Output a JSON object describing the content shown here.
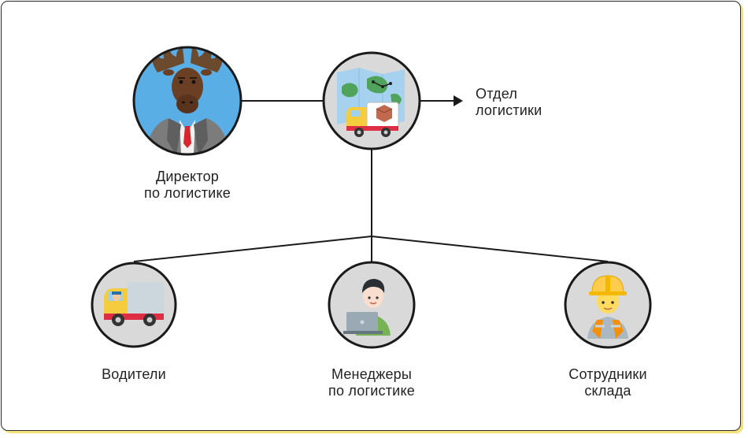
{
  "nodes": {
    "director": {
      "label": "Директор\nпо логистике",
      "icon": "moose-in-suit-icon"
    },
    "department": {
      "label": "Отдел\nлогистики",
      "icon": "delivery-truck-map-icon"
    },
    "drivers": {
      "label": "Водители",
      "icon": "truck-driver-icon"
    },
    "managers": {
      "label": "Менеджеры\nпо логистике",
      "icon": "laptop-worker-icon"
    },
    "warehouse": {
      "label": "Сотрудники\nсклада",
      "icon": "construction-worker-icon"
    }
  },
  "colors": {
    "line": "#1a1a1a",
    "circle_fill": "#d9d9d9",
    "director_bg": "#5aaee6",
    "frame_shadow": "#f6e27a"
  }
}
